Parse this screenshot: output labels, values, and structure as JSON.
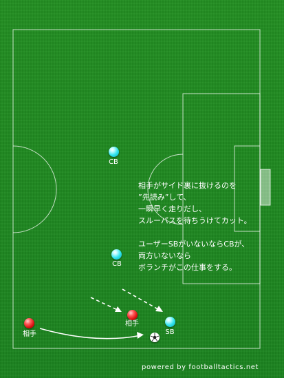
{
  "players": [
    {
      "role": "defender",
      "label": "CB",
      "color": "#2fe3ee"
    },
    {
      "role": "defender",
      "label": "CB",
      "color": "#2fe3ee"
    },
    {
      "role": "defender",
      "label": "SB",
      "color": "#2fe3ee"
    },
    {
      "role": "opponent",
      "label": "相手",
      "color": "#d81010"
    },
    {
      "role": "opponent",
      "label": "相手",
      "color": "#d81010"
    }
  ],
  "annotation": {
    "lines_1": [
      "相手がサイド裏に抜けるのを",
      "”先読み”して、",
      "一瞬早く走りだし、",
      "スルーパスを待ちうけてカット。"
    ],
    "lines_2": [
      "ユーザーSBがいないならCBが、",
      "両方いないなら",
      "ボランチがこの仕事をする。"
    ]
  },
  "footer": "powered by footballtactics.net",
  "colors": {
    "pitch": "#1f8a1f",
    "lines": "#ffffff",
    "defender": "#2fe3ee",
    "opponent": "#d81010"
  }
}
